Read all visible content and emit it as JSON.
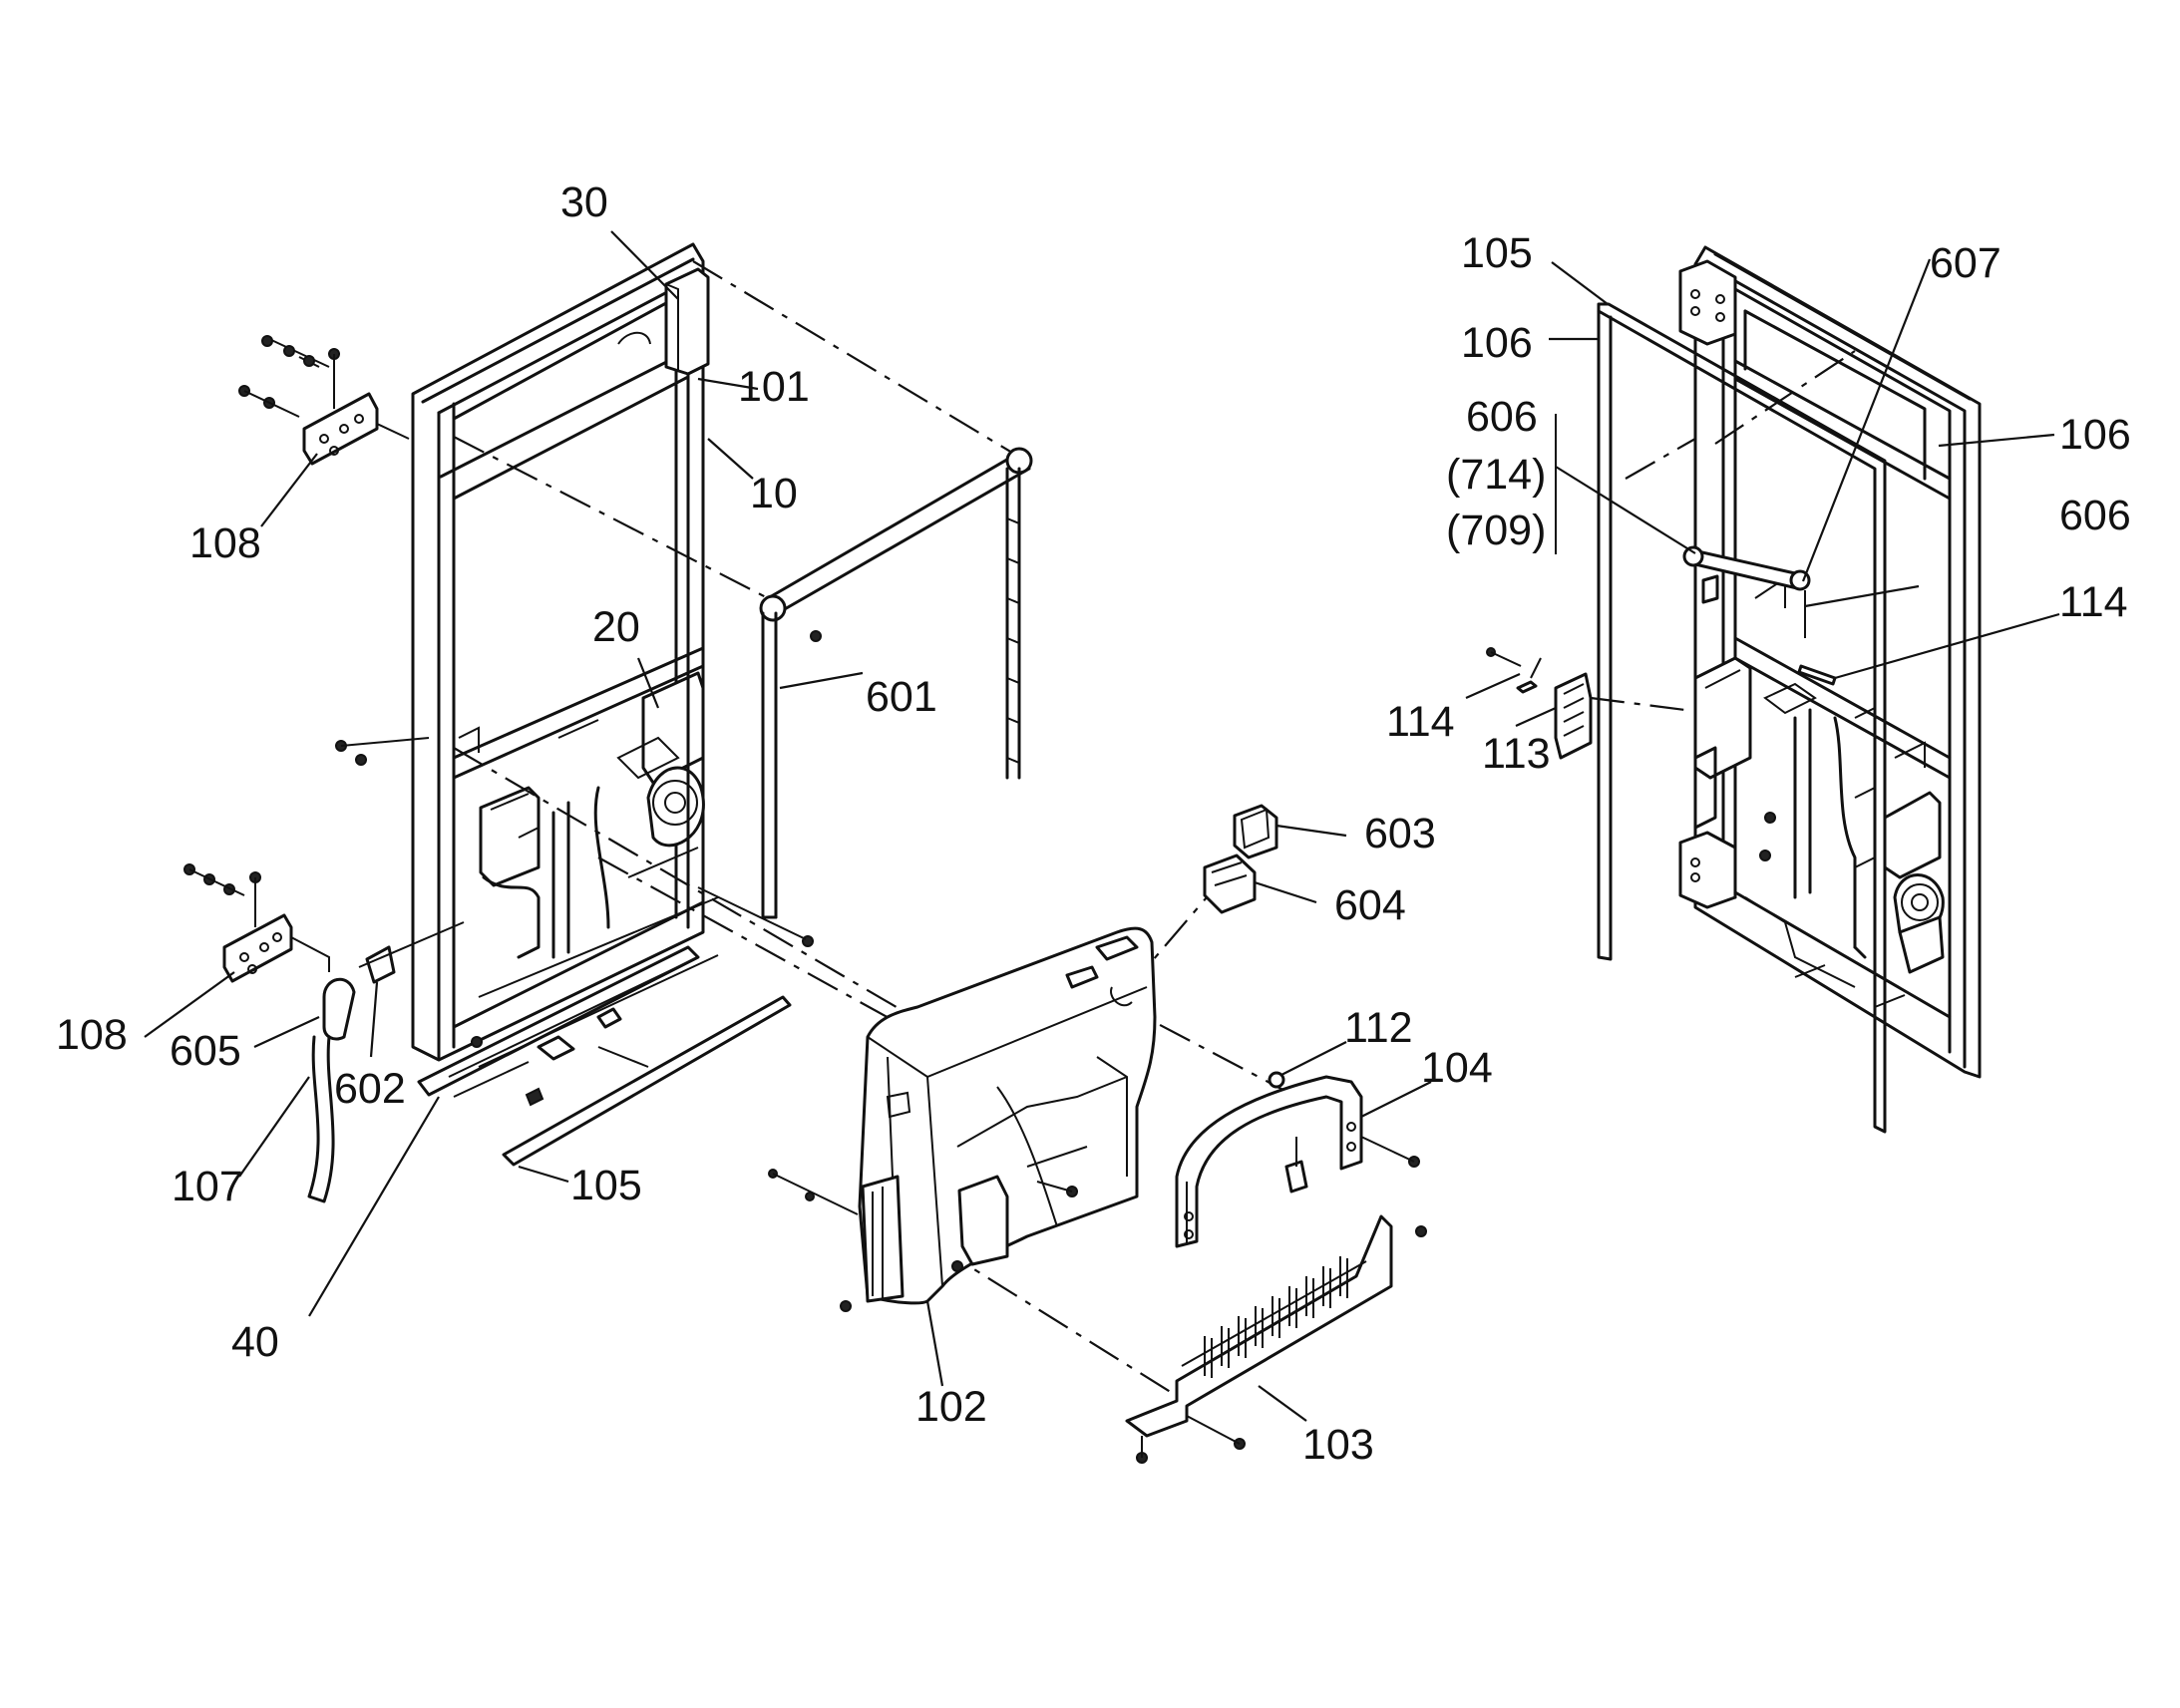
{
  "labels": {
    "p30": "30",
    "p101": "101",
    "p10": "10",
    "p108_top": "108",
    "p20": "20",
    "p601": "601",
    "p108_bottom": "108",
    "p605": "605",
    "p602": "602",
    "p107": "107",
    "p40": "40",
    "p105_left": "105",
    "p603": "603",
    "p604": "604",
    "p112": "112",
    "p104": "104",
    "p102": "102",
    "p103": "103",
    "p105_right": "105",
    "p106_left": "106",
    "p607": "607",
    "p606_left": "606",
    "p714": "(714)",
    "p709": "(709)",
    "p106_right": "106",
    "p606_right": "606",
    "p114_right": "114",
    "p114_left": "114",
    "p113": "113"
  }
}
